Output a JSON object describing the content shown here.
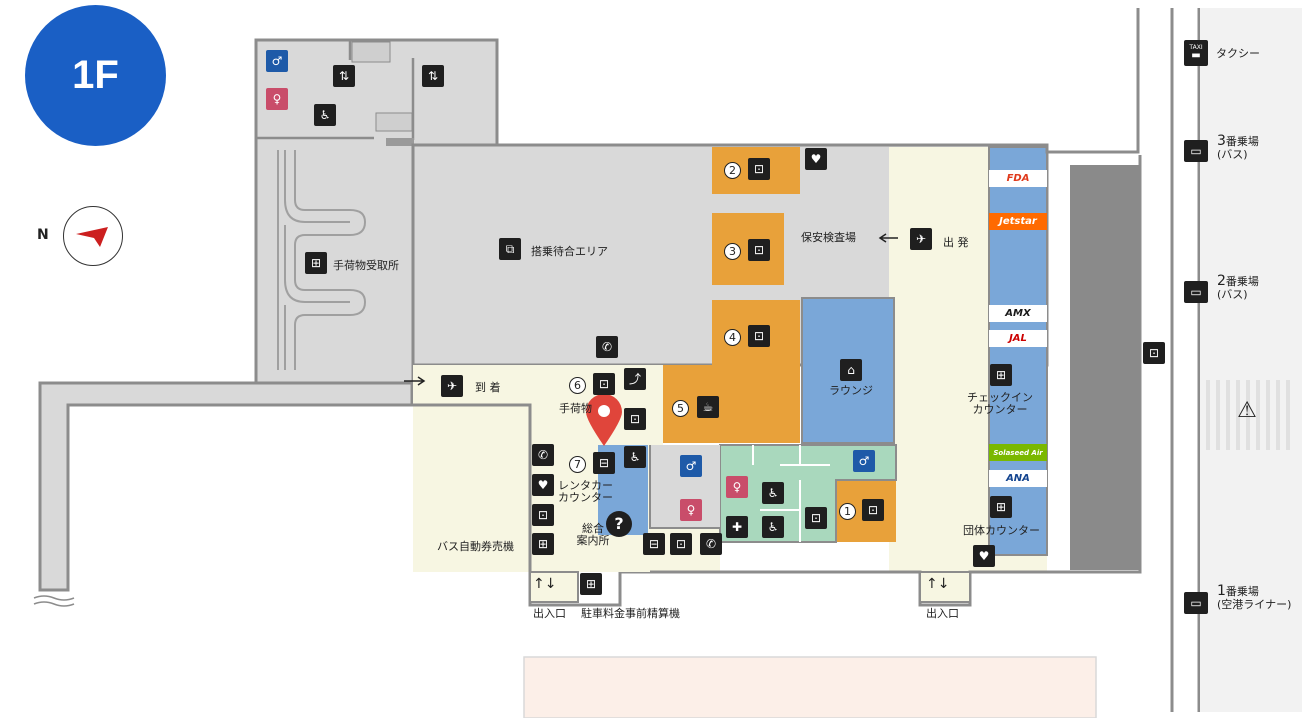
{
  "floor": "1F",
  "compass": {
    "label": "N"
  },
  "areas": {
    "baggage_claim": "手荷物受取所",
    "boarding_waiting": "搭乗待合エリア",
    "security": "保安検査場",
    "departure": "出 発",
    "arrival": "到 着",
    "lounge": "ラウンジ",
    "checkin": "チェックイン\nカウンター",
    "group_counter": "団体カウンター",
    "rental_car": "レンタカー\nカウンター",
    "baggage_short": "手荷物",
    "info": "総合\n案内所",
    "bus_ticket": "バス自動券売機",
    "parking_payment": "駐車料金事前精算機",
    "exit_left": "出入口",
    "exit_right": "出入口"
  },
  "numbers": [
    "1",
    "2",
    "3",
    "4",
    "5",
    "6",
    "7"
  ],
  "airlines": [
    {
      "name": "FDA",
      "color": "#e03a1c"
    },
    {
      "name": "Jetstar",
      "color": "#ff6a00"
    },
    {
      "name": "AMX",
      "color": "#1a1a1a"
    },
    {
      "name": "JAL",
      "color": "#cc0000"
    },
    {
      "name": "Solaseed Air",
      "color": "#7ab800"
    },
    {
      "name": "ANA",
      "color": "#13448f"
    }
  ],
  "transport": {
    "taxi": {
      "label": "タクシー",
      "icon": "TAXI"
    },
    "stop3": {
      "number": "3",
      "label": "番乗場",
      "sub": "(バス)"
    },
    "stop2": {
      "number": "2",
      "label": "番乗場",
      "sub": "(バス)"
    },
    "stop1": {
      "number": "1",
      "label": "番乗場",
      "sub": "(空港ライナー)"
    }
  },
  "colors": {
    "floor_badge": "#1a5fc5",
    "orange_shops": "#e8a13a",
    "blue_rooms": "#7aa7d8",
    "green_restroom": "#a9d8bd",
    "gray_area": "#d9d9d9",
    "cream_area": "#f7f6e2",
    "road": "#8a8a8a",
    "marker": "#e0453b"
  }
}
